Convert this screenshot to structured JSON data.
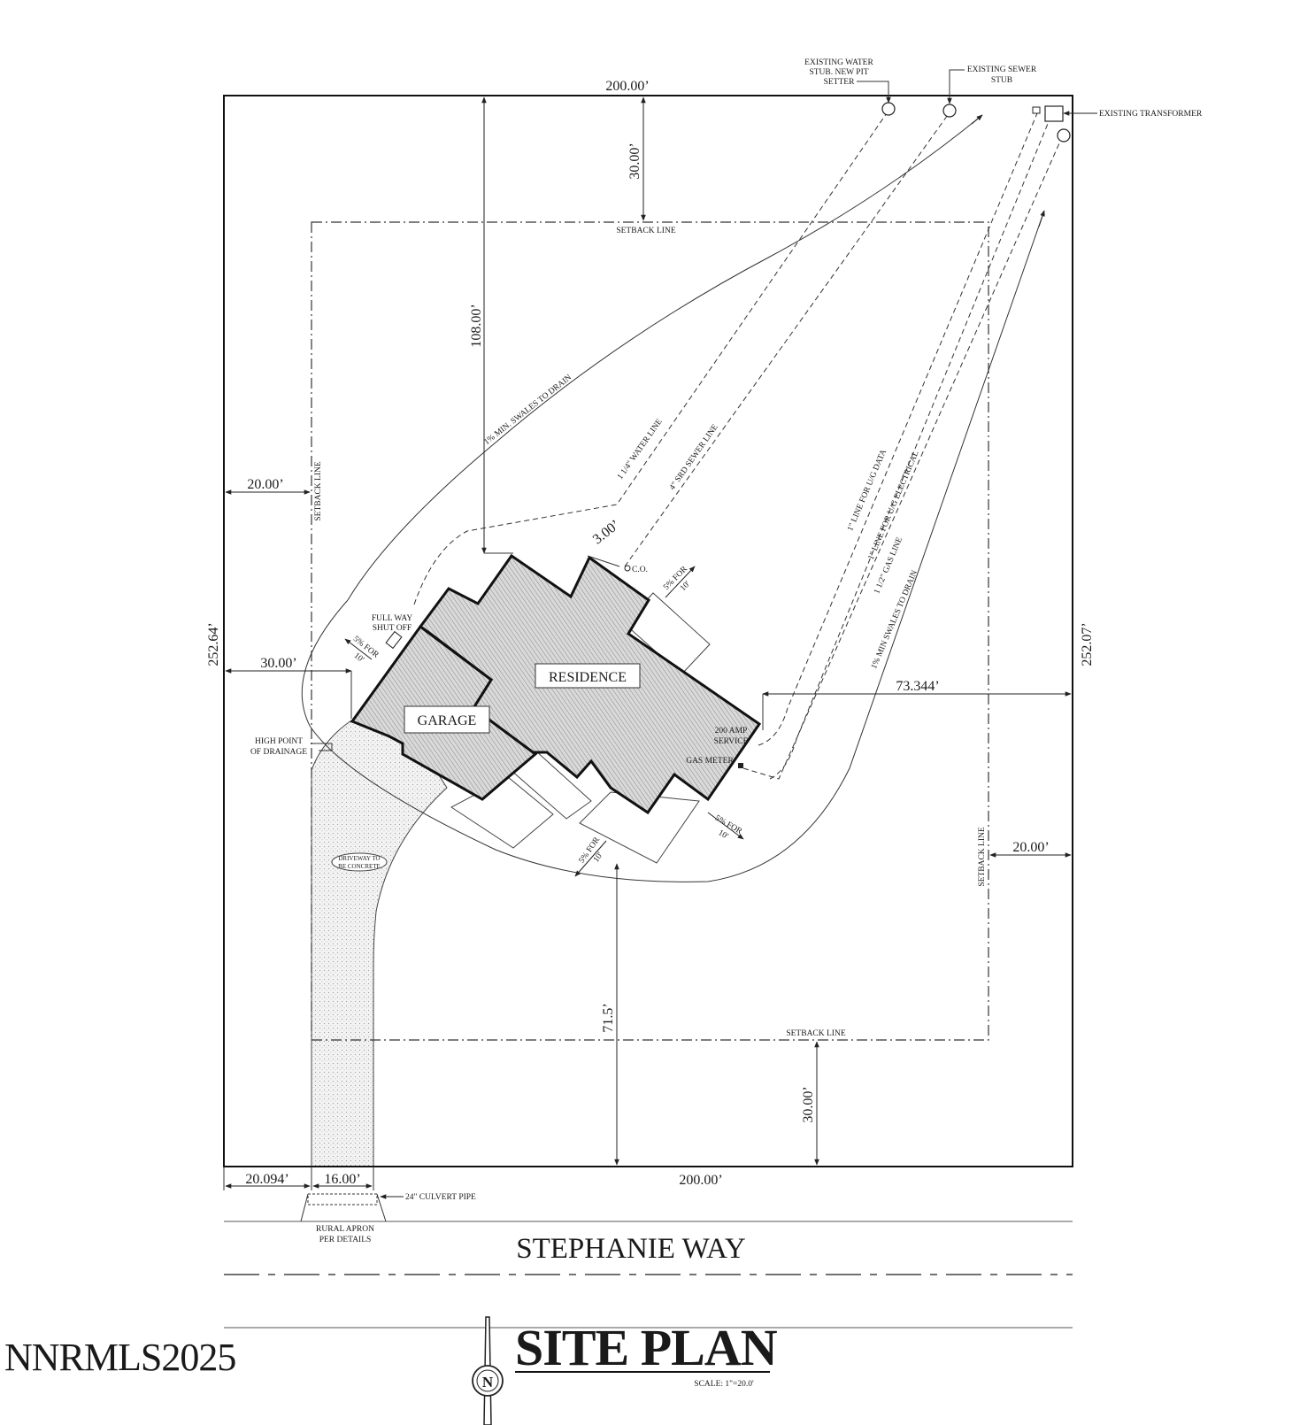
{
  "dimensions": {
    "top_width": "200.00’",
    "bottom_width": "200.00’",
    "left_depth": "252.64’",
    "right_depth": "252.07’",
    "front_setback_top": "30.00’",
    "rear_setback_bottom": "30.00’",
    "left_setback": "20.00’",
    "left_30": "30.00’",
    "right_setback": "20.00’",
    "depth_108": "108.00’",
    "offset_73": "73.344’",
    "depth_71": "71.5’",
    "offset_3": "3.00’",
    "bottom_left_offset": "20.094’",
    "driveway_width": "16.00’"
  },
  "labels": {
    "setback_top": "SETBACK LINE",
    "setback_bottom": "SETBACK LINE",
    "setback_left": "SETBACK LINE",
    "setback_right": "SETBACK LINE",
    "residence": "RESIDENCE",
    "garage": "GARAGE",
    "street": "STEPHANIE WAY",
    "title": "SITE PLAN",
    "scale": "SCALE: 1\"=20.0'",
    "north": "N"
  },
  "notes": {
    "water_stub_1": "EXISTING WATER",
    "water_stub_2": "STUB. NEW PIT",
    "water_stub_3": "SETTER",
    "sewer_stub_1": "EXISTING SEWER",
    "sewer_stub_2": "STUB",
    "transformer": "EXISTING TRANSFORMER",
    "swale_top": "1% MIN. SWALES TO DRAIN",
    "water_line": "1 1/4\" WATER LINE",
    "sewer_line": "4\" SRD SEWER LINE",
    "data_line": "1\" LINE FOR U/G DATA",
    "electrical_line": "1\" LINE FOR U/G ELECTRICAL",
    "gas_line": "1 1/2\" GAS LINE",
    "swale_right": "1% MIN SWALES TO DRAIN",
    "cleanout": "C.O.",
    "shutoff_1": "FULL WAY",
    "shutoff_2": "SHUT OFF",
    "service_1": "200 AMP",
    "service_2": "SERVICE",
    "gas_meter": "GAS METER",
    "high_point_1": "HIGH POINT",
    "high_point_2": "OF DRAINAGE",
    "driveway_1": "DRIVEWAY TO",
    "driveway_2": "BE CONCRETE",
    "culvert": "24\" CULVERT PIPE",
    "apron_1": "RURAL APRON",
    "apron_2": "PER DETAILS",
    "slope_a_1": "5% FOR",
    "slope_a_2": "10'",
    "slope_b_1": "5% FOR",
    "slope_b_2": "10'",
    "slope_c_1": "5% FOR",
    "slope_c_2": "10'",
    "slope_d_1": "5% FOR",
    "slope_d_2": "10'"
  },
  "watermark": "NNRMLS2025"
}
